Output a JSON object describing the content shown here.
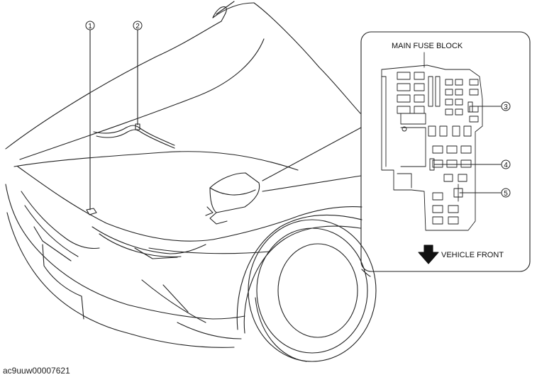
{
  "diagram": {
    "inset_title": "MAIN FUSE BLOCK",
    "direction_label": "VEHICLE FRONT",
    "callouts": [
      "1",
      "2",
      "3",
      "4",
      "5"
    ],
    "figure_id": "ac9uuw00007621"
  }
}
